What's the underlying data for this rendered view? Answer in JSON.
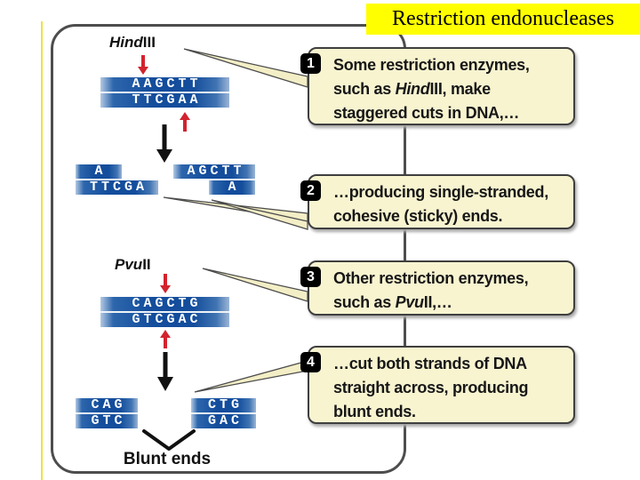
{
  "title": {
    "text": "Restriction endonucleases"
  },
  "colors": {
    "title_bg": "#ffff00",
    "callout_bg": "#f8f4d0",
    "dna_blue": "#134d9c",
    "cut_arrow_red": "#d2232e",
    "reaction_arrow_black": "#111111",
    "frame_gray": "#4d4d4d",
    "accent_line_yellow": "#efe23e"
  },
  "callouts": [
    {
      "number": "1",
      "lines": [
        [
          {
            "t": "Some restriction enzymes,"
          }
        ],
        [
          {
            "t": "such as "
          },
          {
            "t": "Hind",
            "i": true
          },
          {
            "t": "III, make"
          }
        ],
        [
          {
            "t": "staggered cuts in DNA,…"
          }
        ]
      ]
    },
    {
      "number": "2",
      "lines": [
        [
          {
            "t": "…producing single-stranded,"
          }
        ],
        [
          {
            "t": "cohesive (sticky) ends."
          }
        ]
      ]
    },
    {
      "number": "3",
      "lines": [
        [
          {
            "t": "Other restriction enzymes,"
          }
        ],
        [
          {
            "t": "such as "
          },
          {
            "t": "Pvu",
            "i": true
          },
          {
            "t": "II,…"
          }
        ]
      ]
    },
    {
      "number": "4",
      "lines": [
        [
          {
            "t": "…cut both strands of DNA"
          }
        ],
        [
          {
            "t": "straight across, producing"
          }
        ],
        [
          {
            "t": "blunt ends."
          }
        ]
      ]
    }
  ],
  "diagram": {
    "enzyme1_label": [
      {
        "t": "Hind",
        "i": true
      },
      {
        "t": "III"
      }
    ],
    "enzyme2_label": [
      {
        "t": "Pvu",
        "i": true
      },
      {
        "t": "II"
      }
    ],
    "hind_substrate": {
      "top": "AAGCTT",
      "bottom": "TTCGAA"
    },
    "hind_products": {
      "left": {
        "top": "A",
        "bottom": "TTCGA"
      },
      "right": {
        "top": "AGCTT",
        "bottom": "A"
      }
    },
    "pvu_substrate": {
      "top": "CAGCTG",
      "bottom": "GTCGAC"
    },
    "pvu_products": {
      "left": {
        "top": "CAG",
        "bottom": "GTC"
      },
      "right": {
        "top": "CTG",
        "bottom": "GAC"
      }
    },
    "blunt_label": "Blunt ends"
  }
}
